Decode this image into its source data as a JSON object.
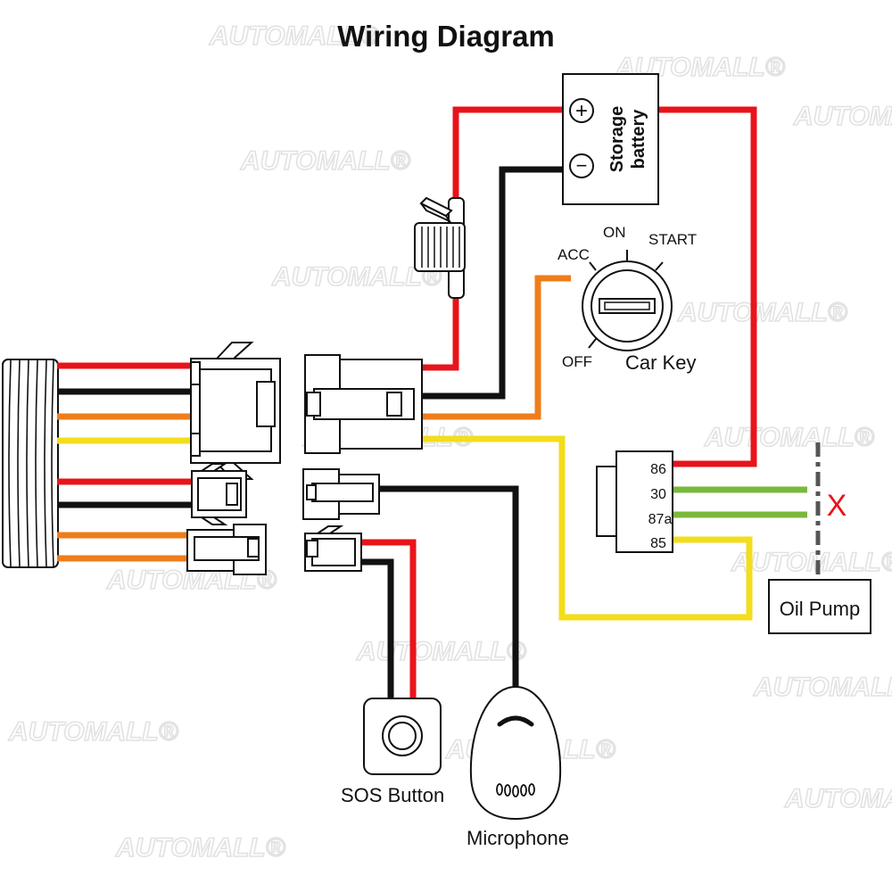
{
  "title": "Wiring Diagram",
  "watermark": {
    "text": "AUTOMALL",
    "mark": "®"
  },
  "battery": {
    "plus": "+",
    "minus": "−",
    "label_line1": "Storage",
    "label_line2": "battery"
  },
  "ignition": {
    "label": "Car Key",
    "acc": "ACC",
    "on": "ON",
    "start": "START",
    "off": "OFF"
  },
  "relay": {
    "pins": [
      "86",
      "30",
      "87a",
      "85"
    ]
  },
  "oil_pump": {
    "label": "Oil Pump",
    "cut_mark": "X"
  },
  "sos": {
    "label": "SOS Button"
  },
  "microphone": {
    "label": "Microphone"
  },
  "colors": {
    "red": "#e8141b",
    "black": "#111111",
    "orange": "#ef7d1a",
    "yellow": "#f3dd1c",
    "green": "#7ab83a",
    "watermark": "#e2e2e2",
    "cut": "#e8141b"
  }
}
